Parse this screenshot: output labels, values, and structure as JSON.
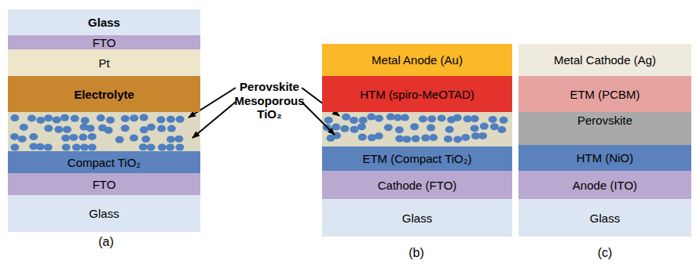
{
  "diagram": {
    "nodes": [
      {
        "text": [
          "Glass"
        ]
      },
      {
        "text": [
          "FTO"
        ]
      },
      {
        "text": [
          "Pt"
        ]
      },
      {
        "text": [
          "Electrolyte"
        ]
      },
      {
        "text": [
          "Compact TiO₂"
        ]
      },
      {
        "text": [
          "FTO"
        ]
      },
      {
        "text": [
          "Glass"
        ]
      },
      {
        "text": [
          "Metal Anode (Au)"
        ]
      },
      {
        "text": [
          "HTM (spiro-MeOTAD)"
        ]
      },
      {
        "text": [
          "ETM (Compact TiO₂)"
        ]
      },
      {
        "text": [
          "Cathode (FTO)"
        ]
      },
      {
        "text": [
          "Glass"
        ]
      },
      {
        "text": [
          "Metal Cathode (Ag)"
        ]
      },
      {
        "text": [
          "ETM (PCBM)"
        ]
      },
      {
        "text": [
          "Perovskite"
        ]
      },
      {
        "text": [
          "HTM (NiO)"
        ]
      },
      {
        "text": [
          "Anode (ITO)"
        ]
      },
      {
        "text": [
          "Glass"
        ]
      }
    ],
    "labels": [
      "Perovskite",
      "Mesoporous TiO₂",
      "(a)",
      "(b)",
      "(c)"
    ]
  }
}
